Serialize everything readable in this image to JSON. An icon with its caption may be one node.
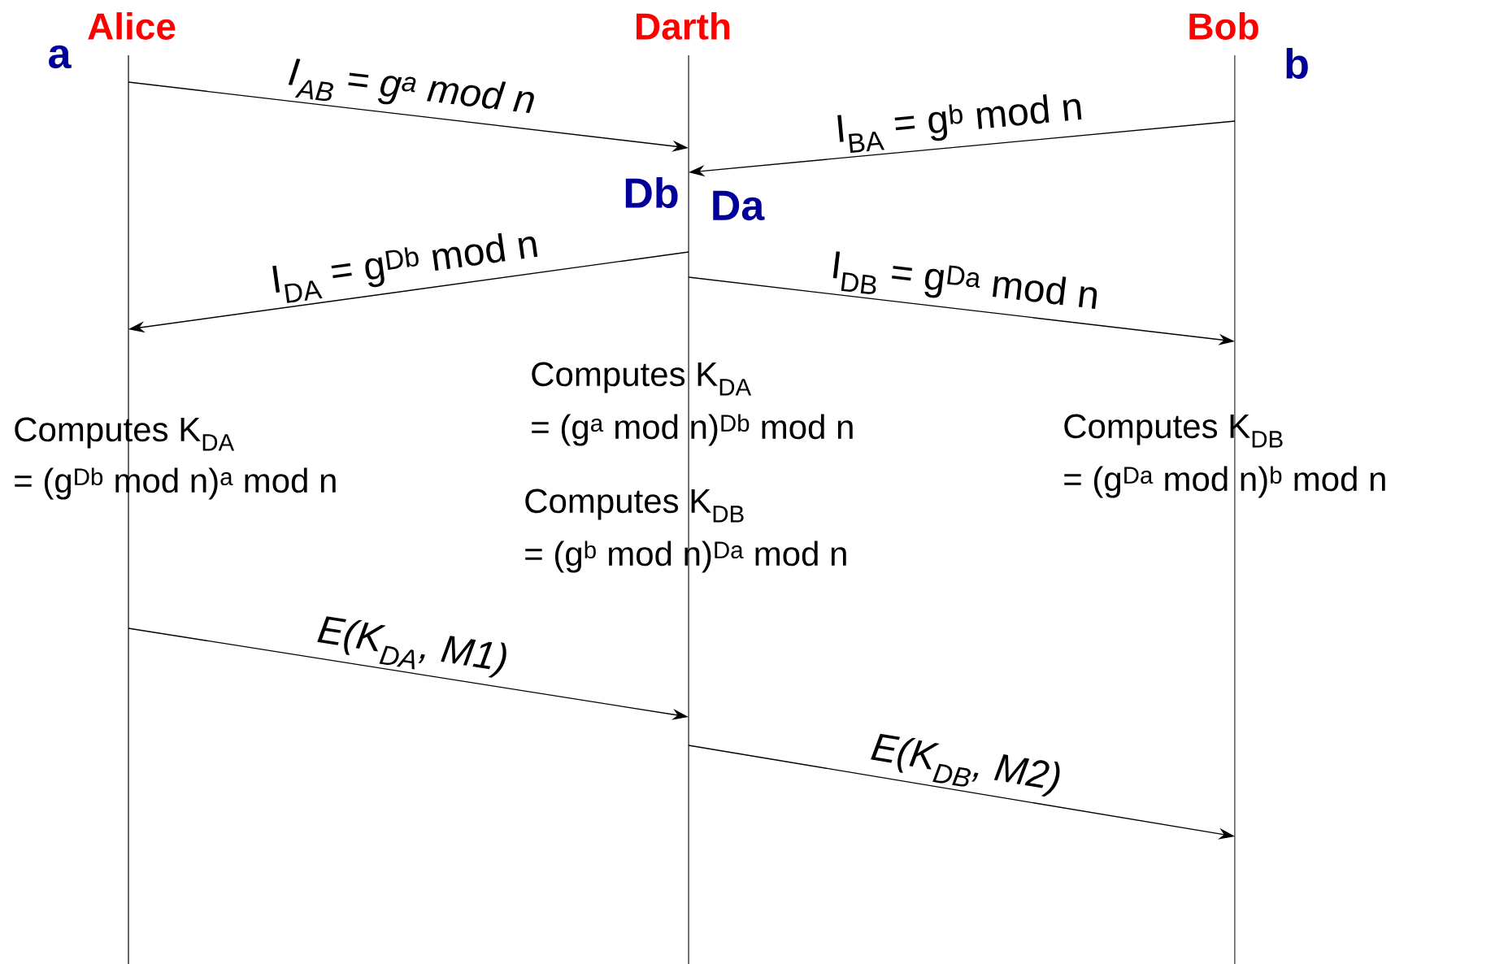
{
  "diagram": {
    "nodes": [
      {
        "text": [
          "Alice"
        ]
      },
      {
        "text": [
          "Darth"
        ]
      },
      {
        "text": [
          "Bob"
        ]
      }
    ],
    "edges": [
      {
        "from": 0,
        "to": 1,
        "arrow": "to",
        "label": "I$_{AB}$ = g$^{a}$ mod n"
      },
      {
        "from": 2,
        "to": 1,
        "arrow": "to",
        "label": "I$_{BA}$ = g$^{b}$ mod n"
      },
      {
        "from": 1,
        "to": 0,
        "arrow": "to",
        "label": "I$_{DA}$ = g$^{Db}$ mod n"
      },
      {
        "from": 1,
        "to": 2,
        "arrow": "to",
        "label": "I$_{DB}$ = g$^{Da}$ mod n"
      },
      {
        "from": 0,
        "to": 1,
        "arrow": "to",
        "label": "E(K$_{DA}$, M1)"
      },
      {
        "from": 1,
        "to": 2,
        "arrow": "to",
        "label": "E(K$_{DB}$, M2)"
      }
    ],
    "labels": [
      "a",
      "b",
      "Db",
      "Da",
      "Computes K$_{DA}$",
      "= (g$^{a}$ mod n)$^{Db}$ mod n",
      "Computes K$_{DA}$",
      "= (g$^{Db}$ mod n)$^{a}$ mod n",
      "Computes K$_{DB}$",
      "= (g$^{Da}$ mod n)$^{b}$ mod n",
      "Computes K$_{DB}$",
      "= (g$^{b}$ mod n)$^{Da}$ mod n"
    ]
  }
}
